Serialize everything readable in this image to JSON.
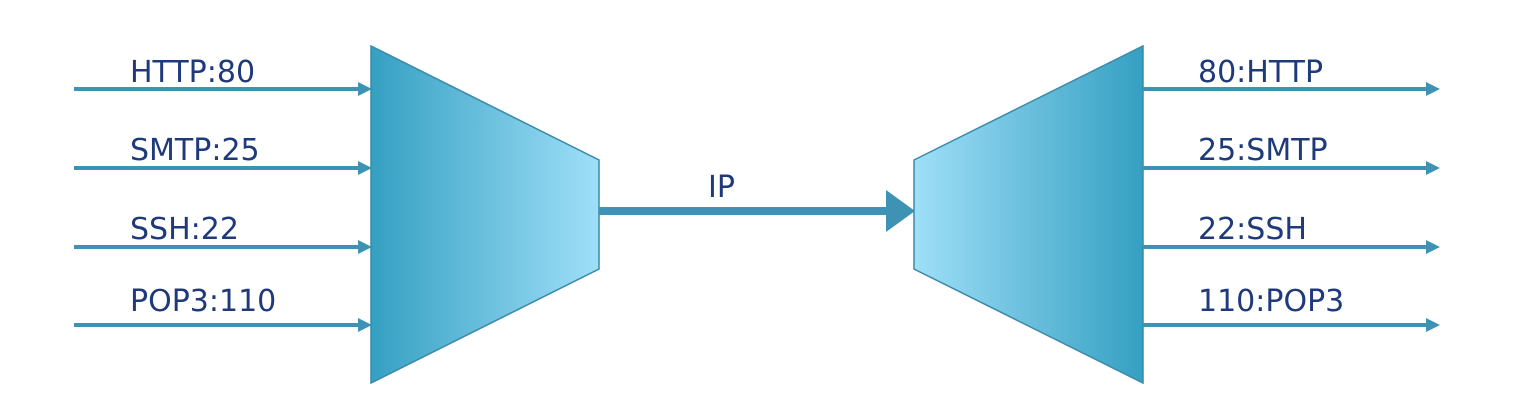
{
  "colors": {
    "line": "#3e93b4",
    "text": "#1f3a7a",
    "shape_dark": "#35a0c2",
    "shape_light": "#9fdff8",
    "shape_stroke": "#3a8aa8"
  },
  "multiplexer": {
    "inputs": [
      {
        "label": "HTTP:80"
      },
      {
        "label": "SMTP:25"
      },
      {
        "label": "SSH:22"
      },
      {
        "label": "POP3:110"
      }
    ]
  },
  "link": {
    "label": "IP"
  },
  "demultiplexer": {
    "outputs": [
      {
        "label": "80:HTTP"
      },
      {
        "label": "25:SMTP"
      },
      {
        "label": "22:SSH"
      },
      {
        "label": "110:POP3"
      }
    ]
  }
}
